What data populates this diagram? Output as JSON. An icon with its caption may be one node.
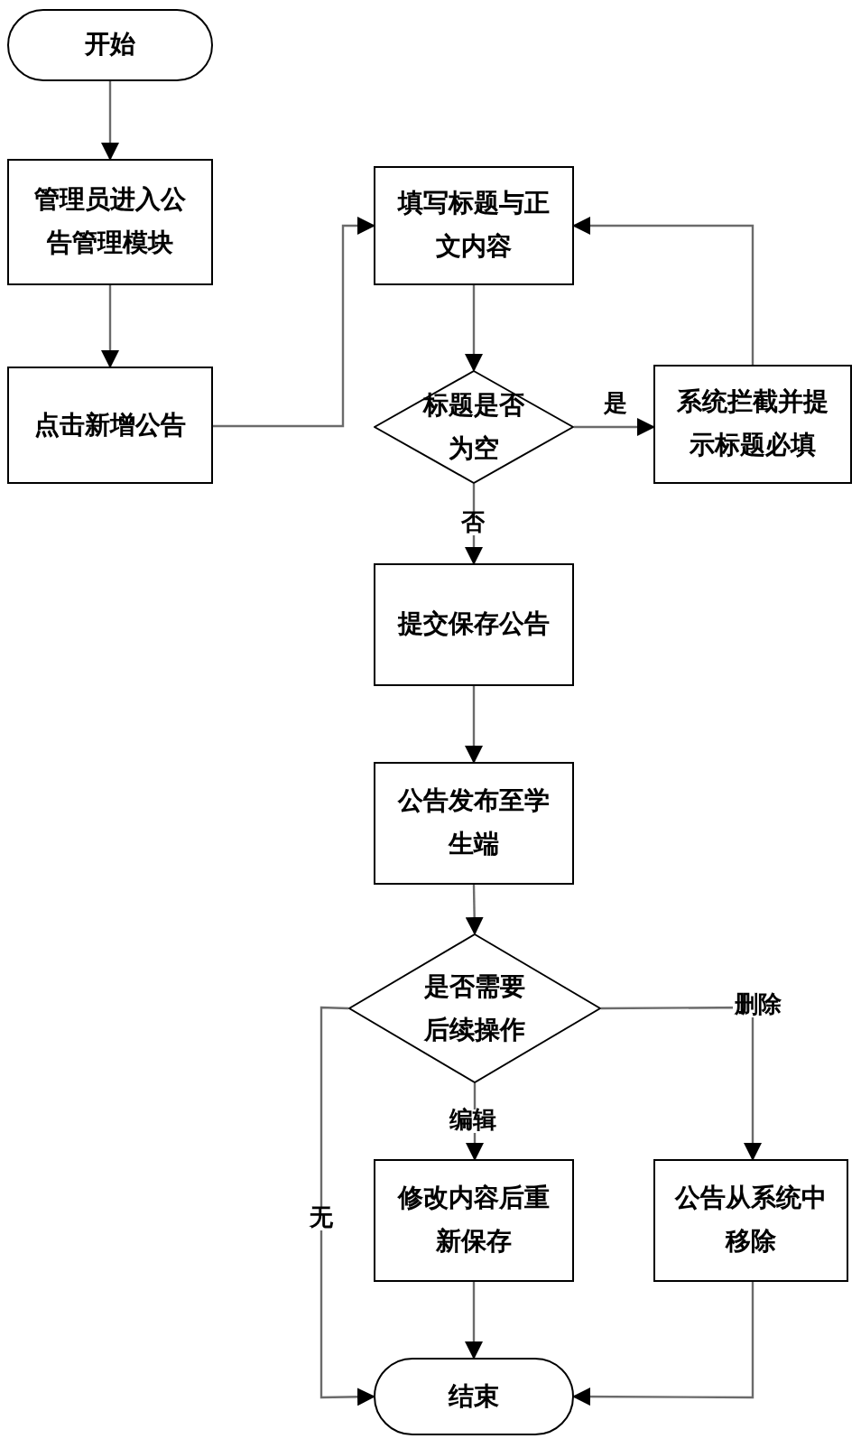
{
  "diagram": {
    "nodes": [
      {
        "text": [
          "开始"
        ]
      },
      {
        "text": [
          "管理员进入公告管理模块"
        ]
      },
      {
        "text": [
          "点击新增公告"
        ]
      },
      {
        "text": [
          "填写标题与正文内容"
        ]
      },
      {
        "text": [
          "标题是否为空"
        ]
      },
      {
        "text": [
          "系统拦截并提示标题必填"
        ]
      },
      {
        "text": [
          "提交保存公告"
        ]
      },
      {
        "text": [
          "公告发布至学生端"
        ]
      },
      {
        "text": [
          "是否需要后续操作"
        ]
      },
      {
        "text": [
          "修改内容后重新保存"
        ]
      },
      {
        "text": [
          "公告从系统中移除"
        ]
      },
      {
        "text": [
          "结束"
        ]
      }
    ],
    "edges": [
      {
        "from": 0,
        "to": 1,
        "arrow": "to"
      },
      {
        "from": 1,
        "to": 2,
        "arrow": "to"
      },
      {
        "from": 2,
        "to": 3,
        "arrow": "to"
      },
      {
        "from": 3,
        "to": 4,
        "arrow": "to"
      },
      {
        "from": 4,
        "to": 5,
        "label": "是",
        "arrow": "to"
      },
      {
        "from": 5,
        "to": 3,
        "arrow": "to"
      },
      {
        "from": 4,
        "to": 6,
        "label": "否",
        "arrow": "to"
      },
      {
        "from": 6,
        "to": 7,
        "arrow": "to"
      },
      {
        "from": 7,
        "to": 8,
        "arrow": "to"
      },
      {
        "from": 8,
        "to": 9,
        "label": "编辑",
        "arrow": "to"
      },
      {
        "from": 8,
        "to": 10,
        "label": "删除",
        "arrow": "to"
      },
      {
        "from": 8,
        "to": 11,
        "label": "无",
        "arrow": "to"
      },
      {
        "from": 9,
        "to": 11,
        "arrow": "to"
      },
      {
        "from": 10,
        "to": 11,
        "arrow": "to"
      }
    ]
  }
}
